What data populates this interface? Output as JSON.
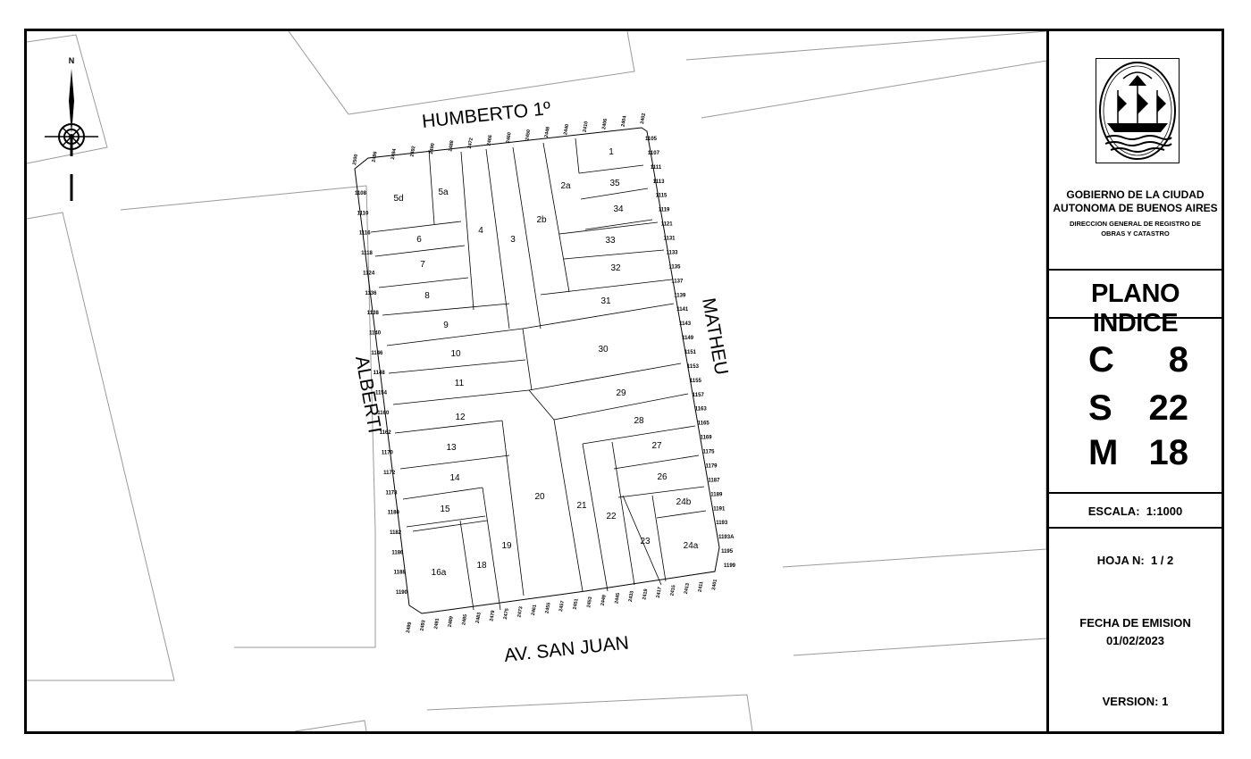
{
  "map": {
    "north_label": "N",
    "streets": {
      "north": "HUMBERTO 1º",
      "south": "AV. SAN JUAN",
      "west": "ALBERTI",
      "east": "MATHEU"
    },
    "parcels": [
      "1",
      "35",
      "34",
      "33",
      "32",
      "31",
      "30",
      "29",
      "28",
      "27",
      "26",
      "24b",
      "24a",
      "23",
      "22",
      "21",
      "20",
      "19",
      "18",
      "16a",
      "15",
      "14",
      "13",
      "12",
      "11",
      "10",
      "9",
      "8",
      "7",
      "6",
      "5d",
      "5a",
      "4",
      "3",
      "2b",
      "2a"
    ],
    "address_numbers": {
      "north": [
        "2500",
        "2496",
        "2494",
        "2492",
        "2490",
        "2488",
        "2472",
        "2466",
        "2460",
        "2450",
        "2448",
        "2440",
        "2410",
        "2406",
        "2404",
        "2402"
      ],
      "south": [
        "2499",
        "2493",
        "2491",
        "2489",
        "2485",
        "2483",
        "2479",
        "2475",
        "2473",
        "2461",
        "2455",
        "2457",
        "2451",
        "2453",
        "2449",
        "2445",
        "2433",
        "2419",
        "2417",
        "2415",
        "2413",
        "2411",
        "2401"
      ],
      "west": [
        "1108",
        "1110",
        "1116",
        "1118",
        "1124",
        "1136",
        "1138",
        "1140",
        "1146",
        "1148",
        "1154",
        "1160",
        "1162",
        "1170",
        "1172",
        "1178",
        "1180",
        "1182",
        "1186",
        "1188",
        "1190"
      ],
      "east": [
        "1105",
        "1107",
        "1111",
        "1113",
        "1115",
        "1119",
        "1121",
        "1131",
        "1133",
        "1135",
        "1137",
        "1139",
        "1141",
        "1143",
        "1149",
        "1151",
        "1153",
        "1155",
        "1157",
        "1163",
        "1165",
        "1169",
        "1175",
        "1179",
        "1187",
        "1189",
        "1191",
        "1193",
        "1193A",
        "1195",
        "1199"
      ]
    }
  },
  "panel": {
    "emblem": "escudo-ciudad",
    "gov_line1": "GOBIERNO DE LA CIUDAD",
    "gov_line2": "AUTONOMA DE BUENOS AIRES",
    "dept_line1": "DIRECCION GENERAL DE REGISTRO DE",
    "dept_line2": "OBRAS Y CATASTRO",
    "title": "PLANO INDICE",
    "c_label": "C",
    "c_value": "8",
    "s_label": "S",
    "s_value": "22",
    "m_label": "M",
    "m_value": "18",
    "scale_label": "ESCALA:",
    "scale_value": "1:1000",
    "sheet_label": "HOJA N:",
    "sheet_value": "1 / 2",
    "date_label": "FECHA DE EMISION",
    "date_value": "01/02/2023",
    "version_label": "VERSION:",
    "version_value": "1"
  }
}
